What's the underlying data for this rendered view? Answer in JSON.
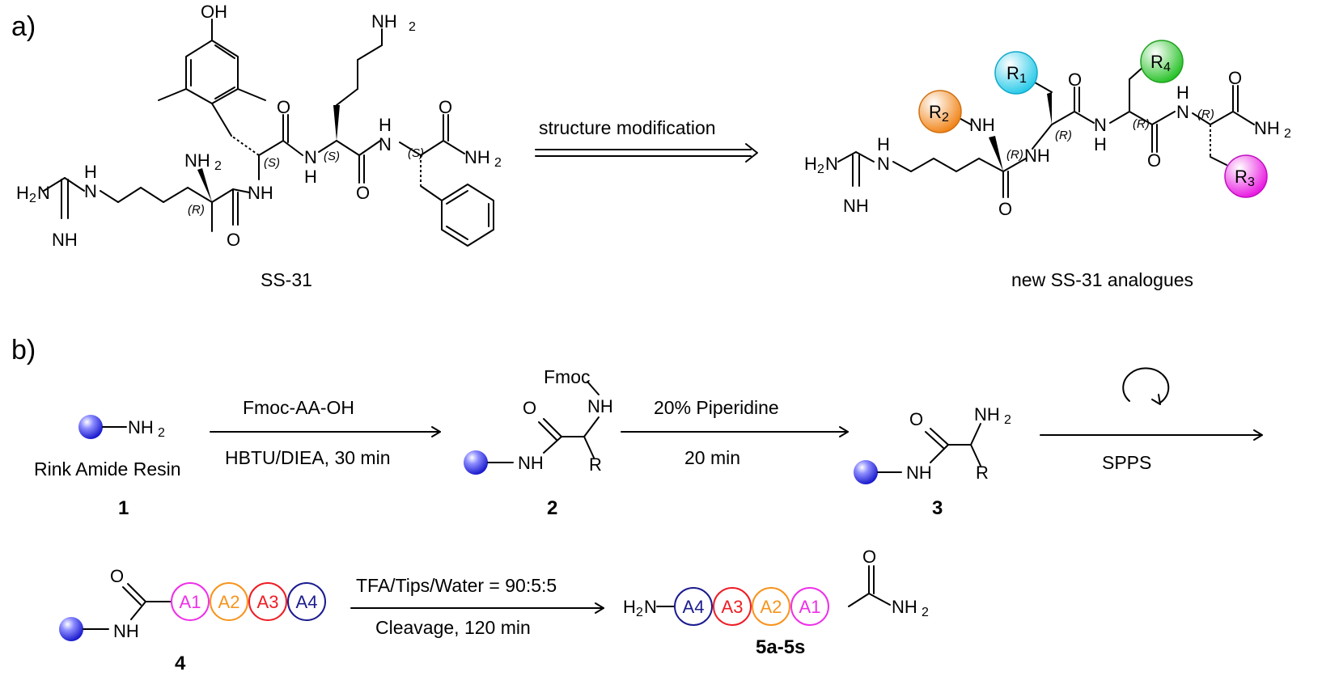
{
  "panel_a": {
    "label": "a)",
    "ss31": {
      "name": "SS-31",
      "atoms": {
        "oh": "OH",
        "nh2": "NH",
        "h": "H",
        "nh": "NH",
        "n": "N",
        "o": "O",
        "h2n": "H",
        "sub2": "2"
      },
      "stereo": {
        "r": "(R)",
        "s": "(S)"
      }
    },
    "arrow_label": "structure modification",
    "analogue": {
      "name": "new SS-31 analogues",
      "groups": [
        {
          "letter": "R",
          "sub": "1",
          "color": "#35d8f0"
        },
        {
          "letter": "R",
          "sub": "2",
          "color": "#f7941d"
        },
        {
          "letter": "R",
          "sub": "3",
          "color": "#ee2fe8"
        },
        {
          "letter": "R",
          "sub": "4",
          "color": "#3fd44a"
        }
      ]
    }
  },
  "panel_b": {
    "label": "b)",
    "resin_name": "Rink Amide Resin",
    "compounds": [
      "1",
      "2",
      "3",
      "4",
      "5a-5s"
    ],
    "step1": {
      "above": "Fmoc-AA-OH",
      "below": "HBTU/DIEA, 30 min"
    },
    "step2": {
      "above": "20% Piperidine",
      "below": "20 min"
    },
    "step3": {
      "below": "SPPS"
    },
    "step4": {
      "above": "TFA/Tips/Water = 90:5:5",
      "below": "Cleavage, 120 min"
    },
    "fmoc": "Fmoc",
    "r": "R",
    "amino_acids": [
      {
        "label": "A1",
        "color": "#ee2fe8"
      },
      {
        "label": "A2",
        "color": "#f7941d"
      },
      {
        "label": "A3",
        "color": "#ee1c24"
      },
      {
        "label": "A4",
        "color": "#1b1b8f"
      }
    ]
  }
}
